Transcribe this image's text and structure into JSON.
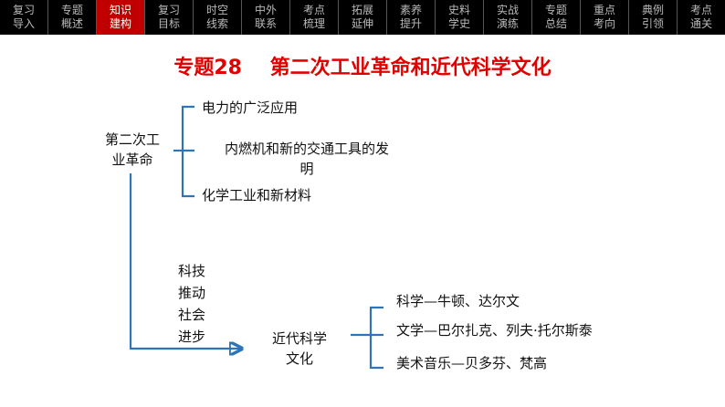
{
  "nav": {
    "tabs": [
      {
        "line1": "复习",
        "line2": "导入"
      },
      {
        "line1": "专题",
        "line2": "概述"
      },
      {
        "line1": "知识",
        "line2": "建构",
        "active": true
      },
      {
        "line1": "复习",
        "line2": "目标"
      },
      {
        "line1": "时空",
        "line2": "线索"
      },
      {
        "line1": "中外",
        "line2": "联系"
      },
      {
        "line1": "考点",
        "line2": "梳理"
      },
      {
        "line1": "拓展",
        "line2": "延伸"
      },
      {
        "line1": "素养",
        "line2": "提升"
      },
      {
        "line1": "史料",
        "line2": "学史"
      },
      {
        "line1": "实战",
        "line2": "演练"
      },
      {
        "line1": "专题",
        "line2": "总结"
      },
      {
        "line1": "重点",
        "line2": "考向"
      },
      {
        "line1": "典例",
        "line2": "引领"
      },
      {
        "line1": "考点",
        "line2": "通关"
      }
    ],
    "active_color": "#c00000"
  },
  "title": "专题28    第二次工业革命和近代科学文化",
  "title_color": "#e00000",
  "line_color": "#2f74b5",
  "diagram": {
    "root": {
      "line1": "第二次工",
      "line2": "业革命"
    },
    "branch1": {
      "item1": "电力的广泛应用",
      "item2_line1": "内燃机和新的交通工具的发",
      "item2_line2": "明",
      "item3": "化学工业和新材料"
    },
    "connector": {
      "line1": "科技",
      "line2": "推动",
      "line3": "社会",
      "line4": "进步"
    },
    "node2": {
      "line1": "近代科学",
      "line2": "文化"
    },
    "branch2": {
      "item1": "科学—牛顿、达尔文",
      "item2": "文学—巴尔扎克、列夫·托尔斯泰",
      "item3": "美术音乐—贝多芬、梵高"
    }
  }
}
